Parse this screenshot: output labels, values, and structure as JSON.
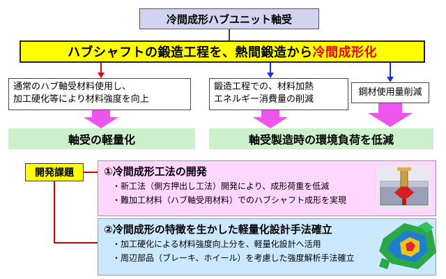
{
  "title": "冷間成形ハブユニット軸受",
  "banner": {
    "text_main": "ハブシャフトの鍛造工程を、熱間鍛造から",
    "text_highlight": "冷間成形化"
  },
  "mid_boxes": [
    {
      "line1": "通常のハブ軸受材料使用し、",
      "line2": "加工硬化等により材料強度を向上"
    },
    {
      "line1": "鍛造工程での、材料加熱",
      "line2": "エネルギー消費量の削減"
    },
    {
      "line1": "鋼材使用量削減"
    }
  ],
  "outcomes": [
    {
      "label": "軸受の軽量化"
    },
    {
      "label": "軸受製造時の環境負荷を低減"
    }
  ],
  "dev_label": "開発課題",
  "panel1": {
    "heading": "①冷間成形工法の開発",
    "items": [
      "・新工法（側方押出し工法）開発により、成形荷重を低減",
      "・難加工材料（ハブ軸受用材料）でのハブシャフト成形を実現"
    ]
  },
  "panel2": {
    "heading": "②冷間成形の特徴を生かした軽量化設計手法確立",
    "items": [
      "・加工硬化による材料強度向上分を、軽量化設計へ活用",
      "・周辺部品（ブレーキ、ホイール）を考慮した強度解析手法確立"
    ]
  },
  "colors": {
    "accent_red": "#e60012",
    "arrow_blue": "#1a2fd6",
    "arrow_magenta": "#ee55ee",
    "connector_red": "#d00000"
  }
}
